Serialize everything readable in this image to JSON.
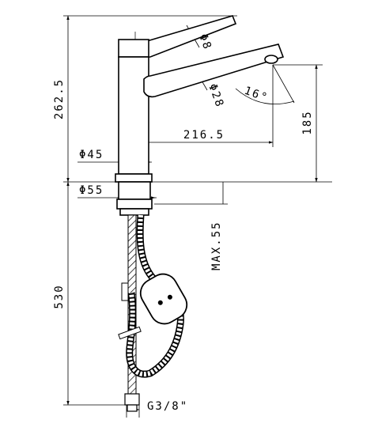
{
  "dimensions": {
    "overall_height": "262.5",
    "spout_height": "185",
    "hose_length": "530",
    "reach": "216.5",
    "body_diameter": "Φ45",
    "base_diameter": "Φ55",
    "max_thickness": "MAX.55",
    "lever_diameter": "Φ8",
    "spout_diameter": "Φ28",
    "spout_angle": "16°",
    "thread": "G3/8\""
  }
}
